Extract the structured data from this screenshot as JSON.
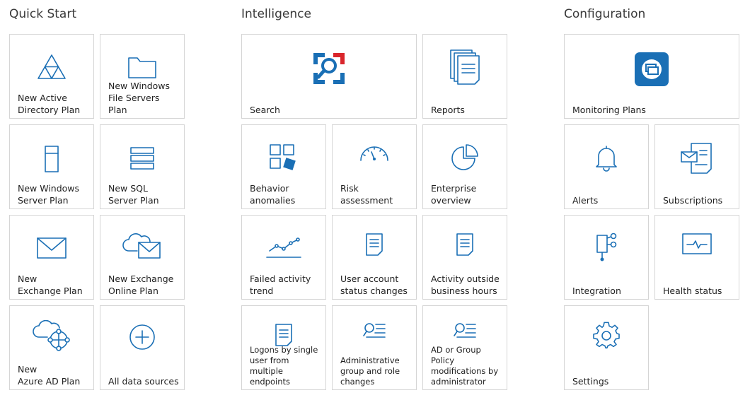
{
  "sections": {
    "quick_start": "Quick Start",
    "intelligence": "Intelligence",
    "configuration": "Configuration"
  },
  "tiles": {
    "new_ad_plan": "New Active\nDirectory Plan",
    "new_windows_fs_plan": "New Windows\nFile Servers Plan",
    "new_windows_server_plan": "New Windows\nServer Plan",
    "new_sql_plan": "New SQL\nServer Plan",
    "new_exchange_plan": "New\nExchange Plan",
    "new_exchange_online_plan": "New Exchange\nOnline Plan",
    "new_azure_ad_plan": "New\nAzure AD Plan",
    "all_data_sources": "All data sources",
    "search": "Search",
    "reports": "Reports",
    "behavior_anomalies": "Behavior\nanomalies",
    "risk_assessment": "Risk assessment",
    "enterprise_overview": "Enterprise\noverview",
    "failed_activity_trend": "Failed activity\ntrend",
    "user_account_status_changes": "User account\nstatus changes",
    "activity_outside_business_hours": "Activity outside\nbusiness hours",
    "logons_single_user": "Logons by single\nuser from multiple\nendpoints",
    "admin_group_role_changes": "Administrative\ngroup and role\nchanges",
    "ad_gp_mod_by_admin": "AD or Group Policy\nmodifications by\nadministrator",
    "monitoring_plans": "Monitoring Plans",
    "alerts": "Alerts",
    "subscriptions": "Subscriptions",
    "integration": "Integration",
    "health_status": "Health status",
    "settings": "Settings"
  },
  "colors": {
    "icon_blue": "#1a6fb5",
    "accent_red": "#d9262c",
    "tile_border": "#d5d5d5"
  }
}
